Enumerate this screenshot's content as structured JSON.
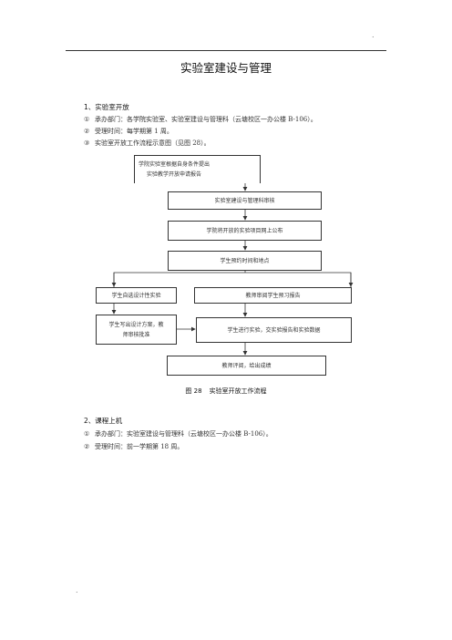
{
  "page": {
    "top_dot": ".",
    "bottom_dot": ".",
    "title": "实验室建设与管理"
  },
  "section1": {
    "heading": "1、实验室开放",
    "items": [
      {
        "num": "①",
        "text": "承办部门：各学院实验室、实验室建设与管理科（云塘校区一办公楼 B-106）。"
      },
      {
        "num": "②",
        "text": "受理时间：每学期第 1 周。"
      },
      {
        "num": "③",
        "text": "实验室开放工作流程示意图（见图 28）。"
      }
    ]
  },
  "flowchart": {
    "step1_line1": "学院实验室根据自身条件提出",
    "step1_line2": "实验教学开放申请报告",
    "step2": "实验室建设与管理科审核",
    "step3": "学院将开放的实验项目网上公布",
    "step4": "学生预约时间和地点",
    "branch_left": "学生自选设计性实验",
    "branch_right": "教师审阅学生预习报告",
    "left_step_line1": "学生写出设计方案，教",
    "left_step_line2": "师审核批准",
    "right_step": "学生进行实验，交实验报告和实验数据",
    "final_step": "教师评阅，给出成绩"
  },
  "caption": {
    "figure_num": "图 28",
    "figure_title": "实验室开放工作流程"
  },
  "section2": {
    "heading": "2、课程上机",
    "items": [
      {
        "num": "①",
        "text": "承办部门：实验室建设与管理科（云塘校区一办公楼 B-106）。"
      },
      {
        "num": "②",
        "text": "受理时间：前一学期第 18 周。"
      }
    ]
  }
}
